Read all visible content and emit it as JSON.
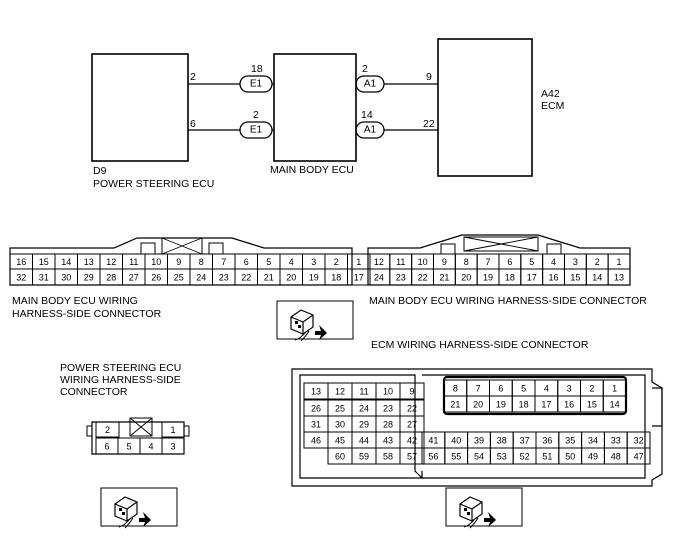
{
  "components": {
    "power_steering_ecu": {
      "code": "D9",
      "name": "POWER STEERING ECU",
      "pin_a": "2",
      "pin_b": "6"
    },
    "main_body_ecu": {
      "name": "MAIN BODY ECU"
    },
    "ecm": {
      "code": "A42",
      "name": "ECM",
      "pin_a": "9",
      "pin_b": "22"
    }
  },
  "connectors": [
    {
      "tag": "E1",
      "pin": "18"
    },
    {
      "tag": "E1",
      "pin": "2"
    },
    {
      "tag": "A1",
      "pin": "2"
    },
    {
      "tag": "A1",
      "pin": "14"
    }
  ],
  "captions": {
    "main_body_e1": [
      "MAIN BODY ECU WIRING",
      "HARNESS-SIDE CONNECTOR"
    ],
    "main_body_a1": "MAIN BODY ECU WIRING HARNESS-SIDE CONNECTOR",
    "ecm": "ECM WIRING HARNESS-SIDE CONNECTOR",
    "power_steering": [
      "POWER STEERING ECU",
      "WIRING HARNESS-SIDE",
      "CONNECTOR"
    ]
  },
  "e1_pins": {
    "top": [
      "16",
      "15",
      "14",
      "13",
      "12",
      "11",
      "10",
      "9",
      "8",
      "7",
      "6",
      "5",
      "4",
      "3",
      "2",
      "1"
    ],
    "bottom": [
      "32",
      "31",
      "30",
      "29",
      "28",
      "27",
      "26",
      "25",
      "24",
      "23",
      "22",
      "21",
      "20",
      "19",
      "18",
      "17"
    ]
  },
  "a1_pins": {
    "top": [
      "12",
      "11",
      "10",
      "9",
      "8",
      "7",
      "6",
      "5",
      "4",
      "3",
      "2",
      "1"
    ],
    "bottom": [
      "24",
      "23",
      "22",
      "21",
      "20",
      "19",
      "18",
      "17",
      "16",
      "15",
      "14",
      "13"
    ]
  },
  "ecm_left_pins": [
    [
      "13",
      "12",
      "11",
      "10",
      "9"
    ],
    [
      "26",
      "25",
      "24",
      "23",
      "22"
    ],
    [
      "31",
      "30",
      "29",
      "28",
      "27"
    ],
    [
      "46",
      "45",
      "44",
      "43",
      "42"
    ],
    [
      "60",
      "59",
      "58",
      "57"
    ]
  ],
  "ecm_right_pins": [
    [
      "8",
      "7",
      "6",
      "5",
      "4",
      "3",
      "2",
      "1"
    ],
    [
      "21",
      "20",
      "19",
      "18",
      "17",
      "16",
      "15",
      "14"
    ],
    [
      "41",
      "40",
      "39",
      "38",
      "37",
      "36",
      "35",
      "34",
      "33",
      "32"
    ],
    [
      "56",
      "55",
      "54",
      "53",
      "52",
      "51",
      "50",
      "49",
      "48",
      "47"
    ]
  ],
  "ps_pins": {
    "top": [
      "2",
      "1"
    ],
    "bottom": [
      "6",
      "5",
      "4",
      "3"
    ]
  }
}
